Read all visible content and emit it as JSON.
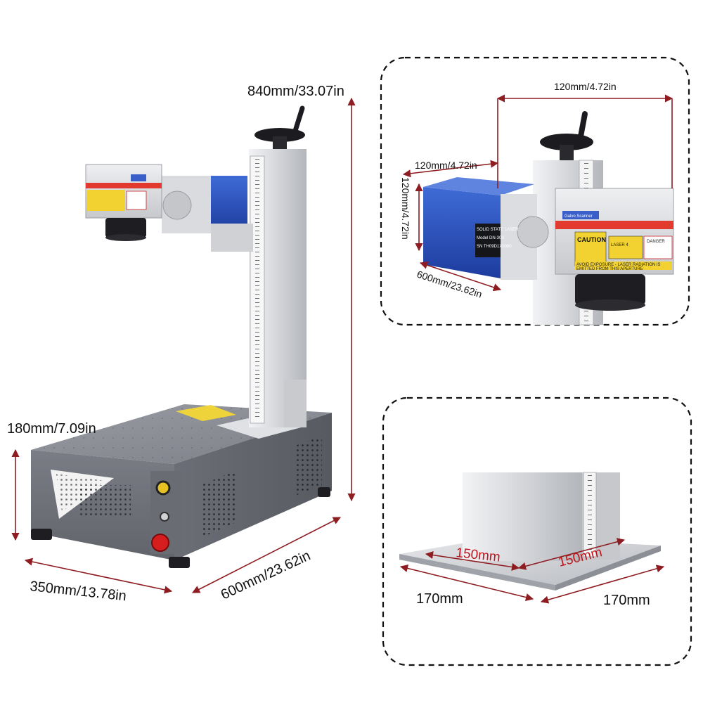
{
  "main_view": {
    "height_label": "840mm/33.07in",
    "base_height_label": "180mm/7.09in",
    "width_label": "350mm/13.78in",
    "depth_label": "600mm/23.62in"
  },
  "head_detail": {
    "width_label": "120mm/4.72in",
    "side_width_label": "120mm/4.72in",
    "side_height_label": "120mm/4.72in",
    "length_label": "600mm/23.62in",
    "brand_text": "Galvo Scanner",
    "caution_text": "CAUTION",
    "danger_text": "DANGER",
    "laser_class_text": "LASER 4",
    "warning_line_1": "AVOID EXPOSURE - LASER RADIATION IS",
    "warning_line_2": "EMITTED FROM THIS APERTURE",
    "plate_line_1": "SOLID STATE LASER",
    "plate_line_2": "Model  DN-30A",
    "plate_line_3": "SN  TH09D1X0080"
  },
  "base_detail": {
    "inner_left_label": "150mm",
    "inner_right_label": "150mm",
    "outer_left_label": "170mm",
    "outer_right_label": "170mm"
  }
}
